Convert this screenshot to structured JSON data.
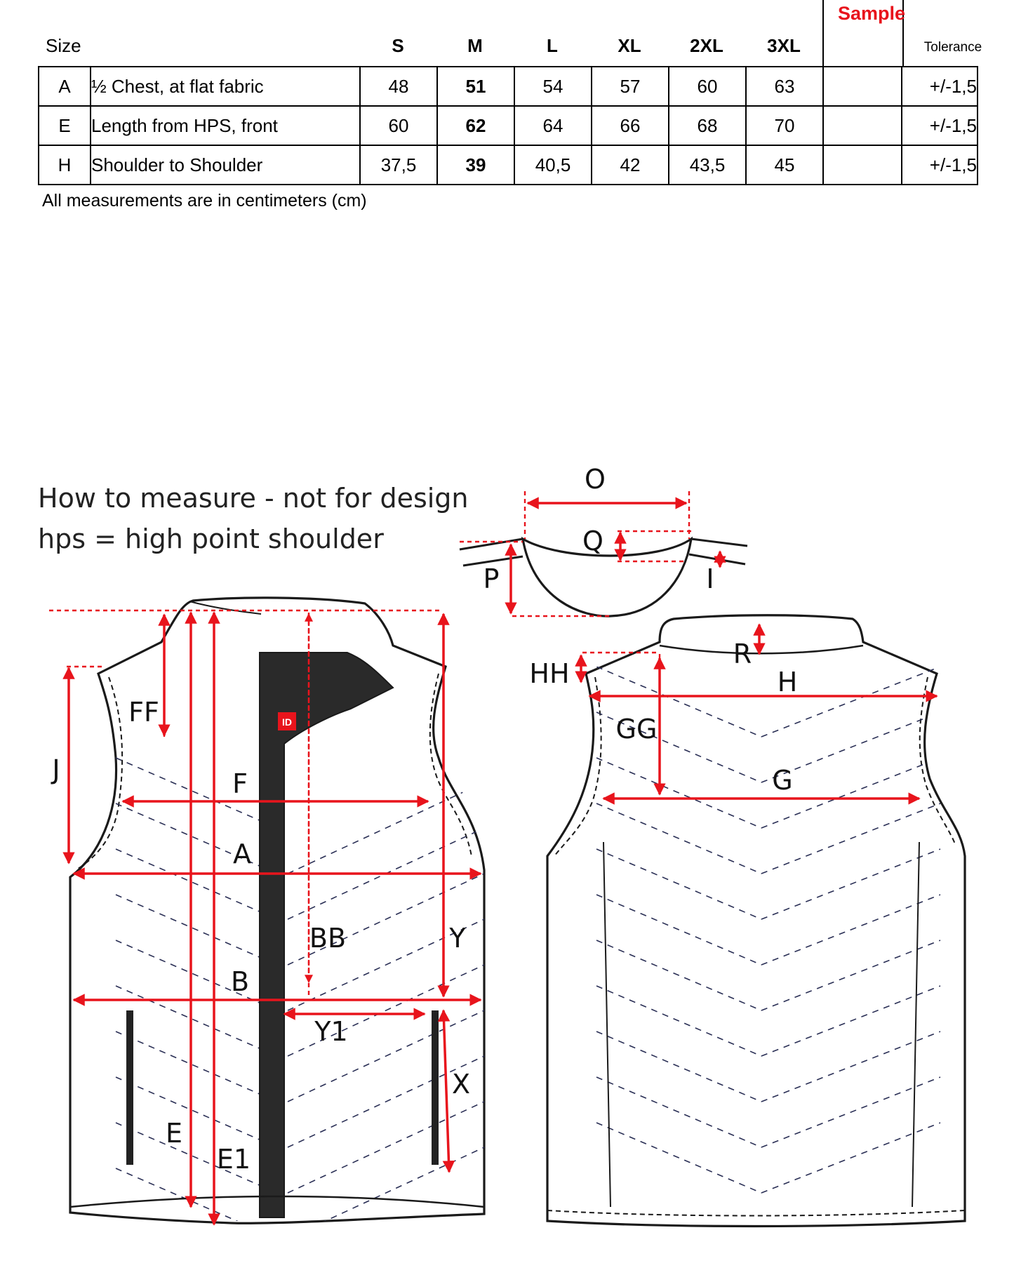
{
  "table": {
    "size_label": "Size",
    "sample_label": "Sample",
    "tolerance_label": "Tolerance",
    "sizes": [
      "S",
      "M",
      "L",
      "XL",
      "2XL",
      "3XL"
    ],
    "rows": [
      {
        "code": "A",
        "desc": "½ Chest, at flat fabric",
        "values": [
          "48",
          "51",
          "54",
          "57",
          "60",
          "63"
        ],
        "sample": "",
        "tolerance": "+/-1,5"
      },
      {
        "code": "E",
        "desc": "Length from HPS, front",
        "values": [
          "60",
          "62",
          "64",
          "66",
          "68",
          "70"
        ],
        "sample": "",
        "tolerance": "+/-1,5"
      },
      {
        "code": "H",
        "desc": "Shoulder to Shoulder",
        "values": [
          "37,5",
          "39",
          "40,5",
          "42",
          "43,5",
          "45"
        ],
        "sample": "",
        "tolerance": "+/-1,5"
      }
    ],
    "note": "All measurements are in centimeters (cm)"
  },
  "diagram": {
    "instruction_line1": "How to measure - not for design",
    "instruction_line2": "hps = high point shoulder",
    "logo_text": "ID",
    "labels": {
      "O": "O",
      "Q": "Q",
      "P": "P",
      "I": "I",
      "R": "R",
      "HH": "HH",
      "H": "H",
      "GG": "GG",
      "G": "G",
      "FF": "FF",
      "J": "J",
      "F": "F",
      "A": "A",
      "BB": "BB",
      "Y": "Y",
      "B": "B",
      "Y1": "Y1",
      "X": "X",
      "E": "E",
      "E1": "E1"
    },
    "colors": {
      "measure": "#e8141c",
      "outline": "#1a1a1a",
      "quilting": "#2a2f55"
    }
  }
}
